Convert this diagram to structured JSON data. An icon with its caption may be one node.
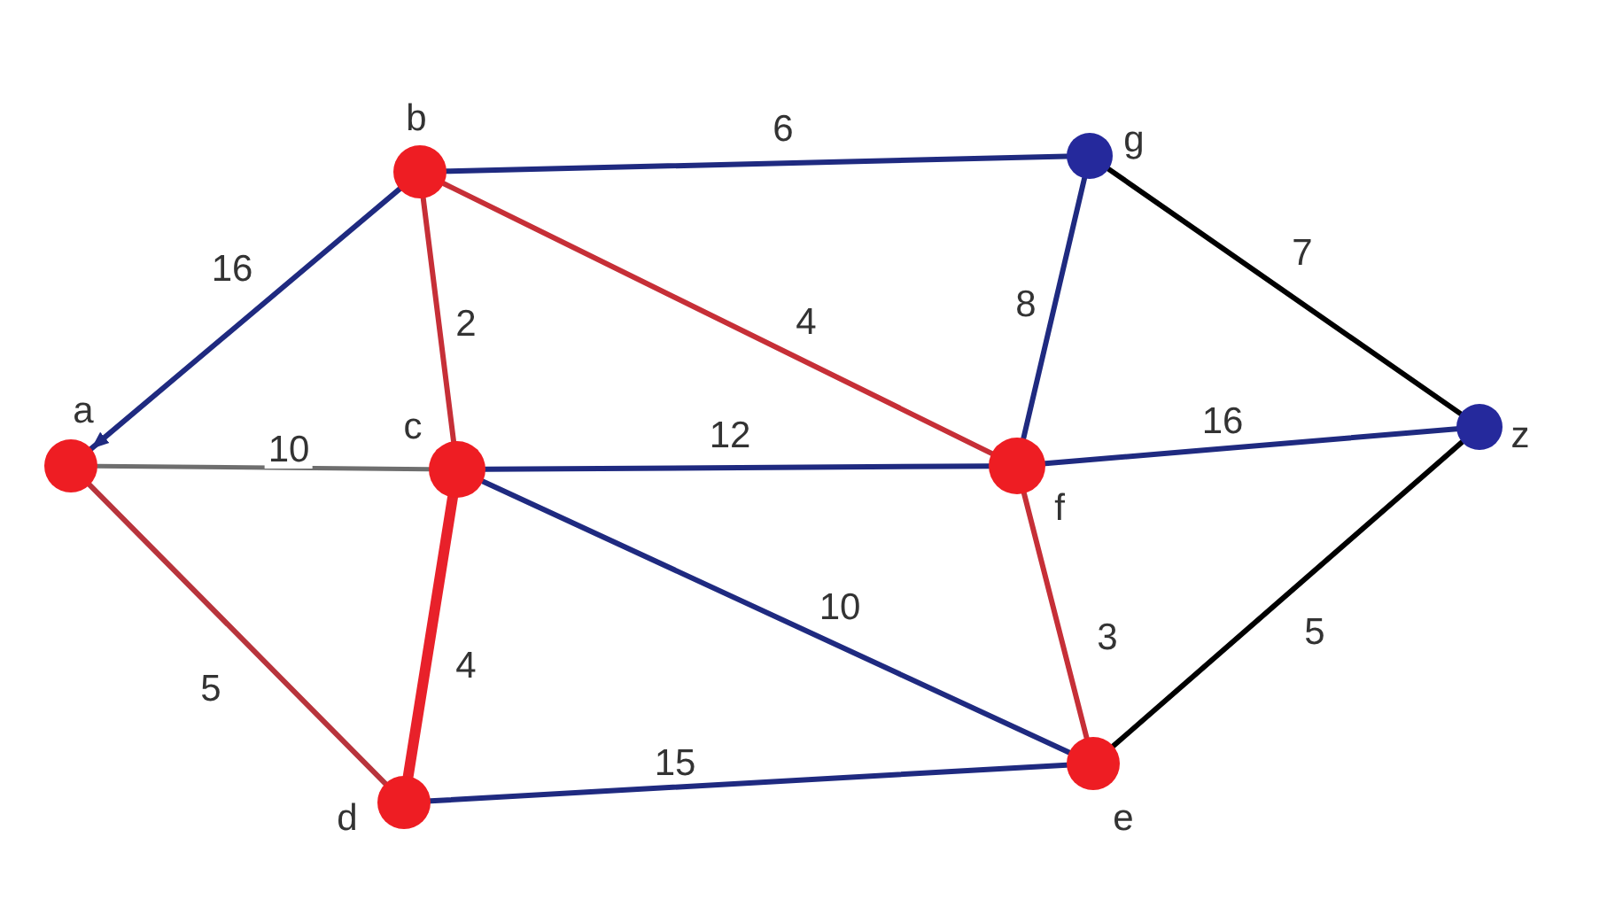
{
  "diagram": {
    "nodes": [
      {
        "text": [],
        "shape": "circle",
        "beside": [
          "b"
        ]
      },
      {
        "text": [],
        "shape": "circle",
        "beside": [
          "g"
        ]
      },
      {
        "text": [],
        "shape": "circle",
        "beside": [
          "a"
        ]
      },
      {
        "text": [],
        "shape": "circle",
        "beside": [
          "c"
        ]
      },
      {
        "text": [],
        "shape": "circle",
        "beside": [
          "f"
        ]
      },
      {
        "text": [],
        "shape": "circle",
        "beside": [
          "z"
        ]
      },
      {
        "text": [],
        "shape": "circle",
        "beside": [
          "d"
        ]
      },
      {
        "text": [],
        "shape": "circle",
        "beside": [
          "e"
        ]
      }
    ],
    "edges": [
      {
        "from": 0,
        "to": 1,
        "arrow": "none",
        "label": "6"
      },
      {
        "from": 0,
        "to": 2,
        "arrow": "to",
        "label": "16"
      },
      {
        "from": 0,
        "to": 3,
        "arrow": "none",
        "label": "2",
        "color": "#c62f37"
      },
      {
        "from": 0,
        "to": 4,
        "arrow": "none",
        "label": "4",
        "color": "#c62f37"
      },
      {
        "from": 2,
        "to": 3,
        "arrow": "none",
        "label": "10",
        "color": "#6e6e6e"
      },
      {
        "from": 1,
        "to": 4,
        "arrow": "none",
        "label": "8"
      },
      {
        "from": 1,
        "to": 5,
        "arrow": "none",
        "label": "7",
        "color": "#000000"
      },
      {
        "from": 3,
        "to": 4,
        "arrow": "none",
        "label": "12"
      },
      {
        "from": 4,
        "to": 5,
        "arrow": "none",
        "label": "16"
      },
      {
        "from": 2,
        "to": 6,
        "arrow": "none",
        "label": "5",
        "color": "#b8343c"
      },
      {
        "from": 3,
        "to": 6,
        "arrow": "none",
        "label": "4",
        "style": "thick",
        "color": "#e8212a"
      },
      {
        "from": 3,
        "to": 7,
        "arrow": "none",
        "label": "10"
      },
      {
        "from": 4,
        "to": 7,
        "arrow": "none",
        "label": "3",
        "color": "#c62f37"
      },
      {
        "from": 6,
        "to": 7,
        "arrow": "none",
        "label": "15"
      },
      {
        "from": 7,
        "to": 5,
        "arrow": "none",
        "label": "5",
        "color": "#000000"
      }
    ]
  }
}
